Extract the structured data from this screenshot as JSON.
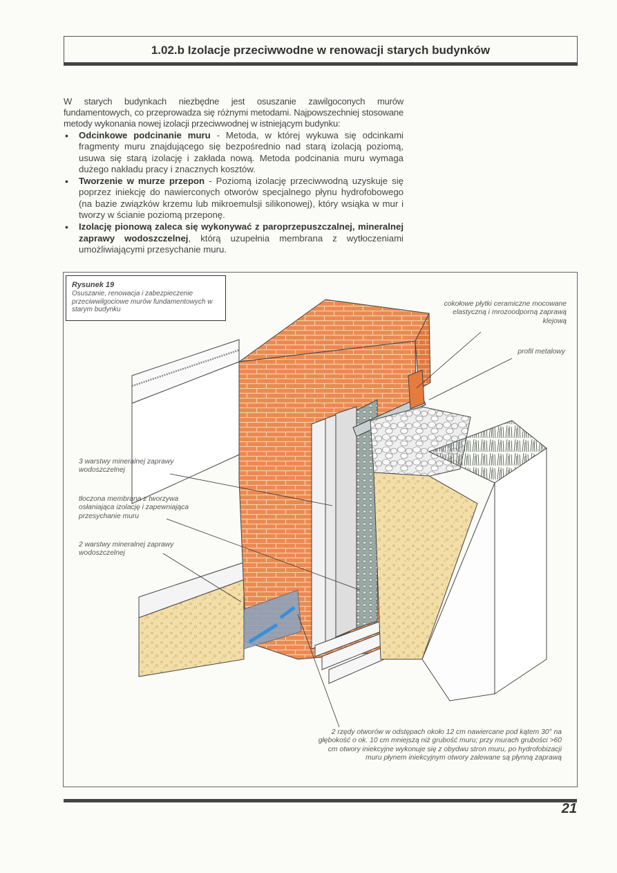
{
  "header": {
    "title": "1.02.b  Izolacje przeciwwodne w renowacji starych budynków"
  },
  "intro": "W starych budynkach niezbędne jest osuszanie zawilgoconych murów fundamentowych, co przeprowadza się różnymi metodami. Najpowszechniej stosowane metody wykonania nowej izolacji przeciwwodnej w istniejącym budynku:",
  "bullets": [
    {
      "bold": "Odcinkowe podcinanie muru",
      "text": " - Metoda, w której wykuwa się odcinkami fragmenty muru znajdującego się bezpośrednio nad starą izolacją poziomą, usuwa się starą izolację i zakłada nową. Metoda podcinania muru wymaga dużego nakładu pracy i znacznych kosztów."
    },
    {
      "bold": "Tworzenie w murze przepon",
      "text": " - Poziomą izolację przeciwwodną uzyskuje się poprzez iniekcję do nawierconych otworów specjalnego płynu hydrofobowego (na bazie związków krzemu lub mikroemulsji silikonowej), który wsiąka w mur i tworzy w ścianie poziomą przeponę."
    },
    {
      "bold": "Izolację pionową zaleca się wykonywać z paroprzepuszczalnej, mineralnej zaprawy wodoszczelnej",
      "text": ", którą uzupełnia membrana z wytłoczeniami umożliwiającymi przesychanie muru."
    }
  ],
  "figure": {
    "caption_title": "Rysunek 19",
    "caption_text": "Osuszanie, renowacja i zabezpieczenie przeciwwilgociowe murów fundamentowych w starym budynku",
    "labels": {
      "tiles": "cokołowe płytki ceramiczne mocowane elastyczną i mrozoodporną zaprawą klejową",
      "profile": "profil metalowy",
      "three_layers": "3 warstwy mineralnej zaprawy wodoszczelnej",
      "membrane": "tłoczona membrana z tworzywa osłaniająca izolację i zapewniająca przesychanie muru",
      "two_layers": "2 warstwy mineralnej zaprawy wodoszczelnej",
      "holes": "2 rzędy otworów w odstępach około 12 cm nawiercane pod kątem 30° na głębokość o ok. 10 cm mniejszą niż grubość muru; przy murach grubości >60 cm otwory iniekcyjne wykonuje się z obydwu stron muru, po hydrofobizacji muru płynem iniekcyjnym otwory zalewane są płynną zaprawą"
    }
  },
  "footer": {
    "page_number": "21"
  },
  "colors": {
    "brick": "#e8844c",
    "mortar": "#f6c9a0",
    "sand": "#f2dba0",
    "membrane": "#a8b4b0"
  }
}
